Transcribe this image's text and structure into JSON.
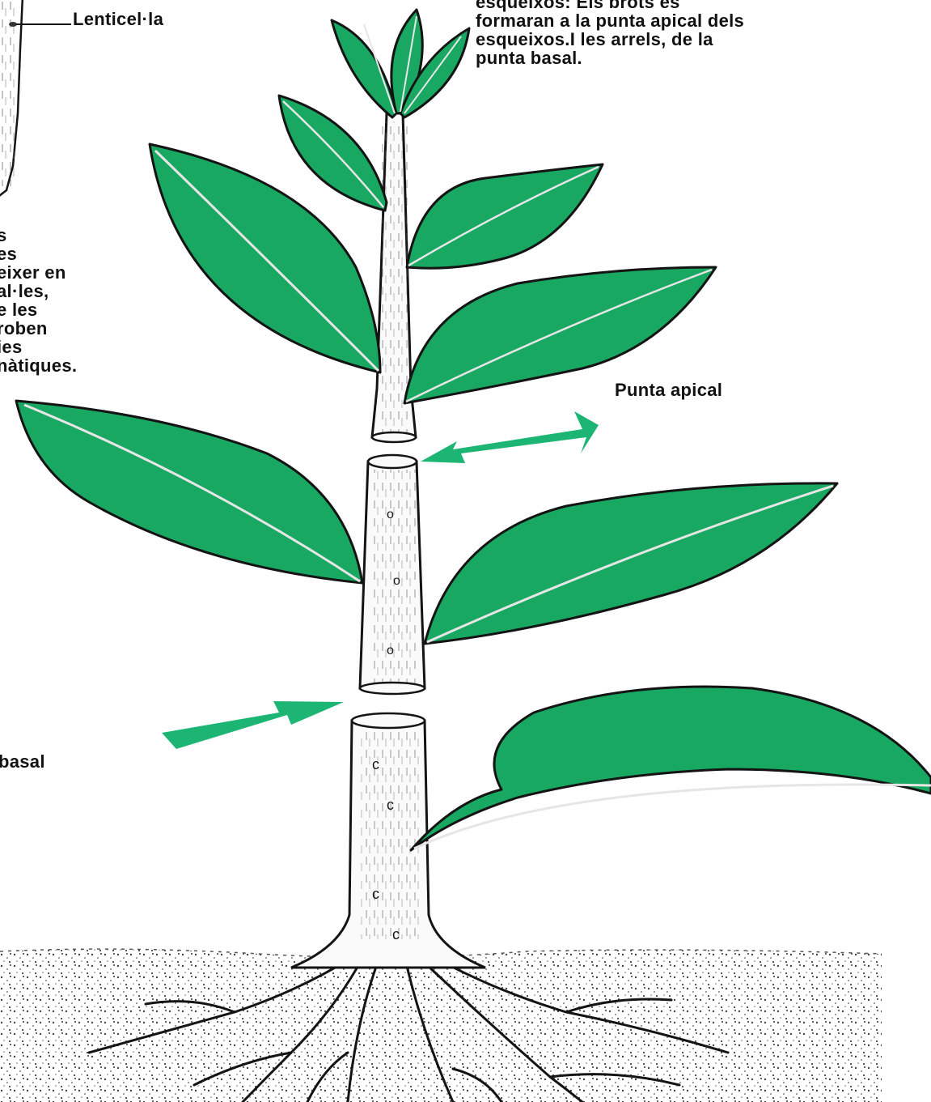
{
  "labels": {
    "lenticel": "Lenticel·la",
    "top_text": [
      "esqueixos: Els brots es",
      "formaran a la punta apical dels",
      "esqueixos.I les arrels, de la",
      "punta basal."
    ],
    "left_text": [
      "s",
      "es",
      "eixer en",
      "al·les,",
      "e les",
      "roben",
      "ies",
      "nàtiques."
    ],
    "apical": "Punta apical",
    "basal": "basal"
  },
  "colors": {
    "leaf": "#18a862",
    "leaf_dark": "#0c7a44",
    "arrow": "#1cb573",
    "ink": "#141414",
    "stem": "#fafafa"
  },
  "icons": {
    "arrow_apical": "arrow-right-icon",
    "arrow_basal": "arrow-right-icon"
  }
}
